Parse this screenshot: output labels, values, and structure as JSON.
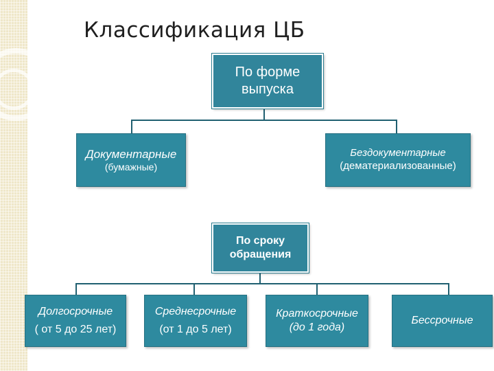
{
  "title": "Классификация ЦБ",
  "tree1": {
    "root": {
      "line1": "По форме",
      "line2": "выпуска"
    },
    "children": [
      {
        "main": "Документарные",
        "sub": "(бумажные)"
      },
      {
        "main": "Бездокументарные",
        "sub": "(дематериализованные)"
      }
    ]
  },
  "tree2": {
    "root": {
      "line1": "По сроку",
      "line2": "обращения"
    },
    "children": [
      {
        "main": "Долгосрочные",
        "sub": "( от 5 до 25 лет)"
      },
      {
        "main": "Среднесрочные",
        "sub": "(от 1 до 5 лет)"
      },
      {
        "main": "Краткосрочные",
        "sub": "(до 1 года)"
      },
      {
        "main": "Бессрочные"
      }
    ]
  },
  "colors": {
    "node_fill": "#31859b",
    "connector": "#1f5f70",
    "strip": "#efe7c9"
  }
}
